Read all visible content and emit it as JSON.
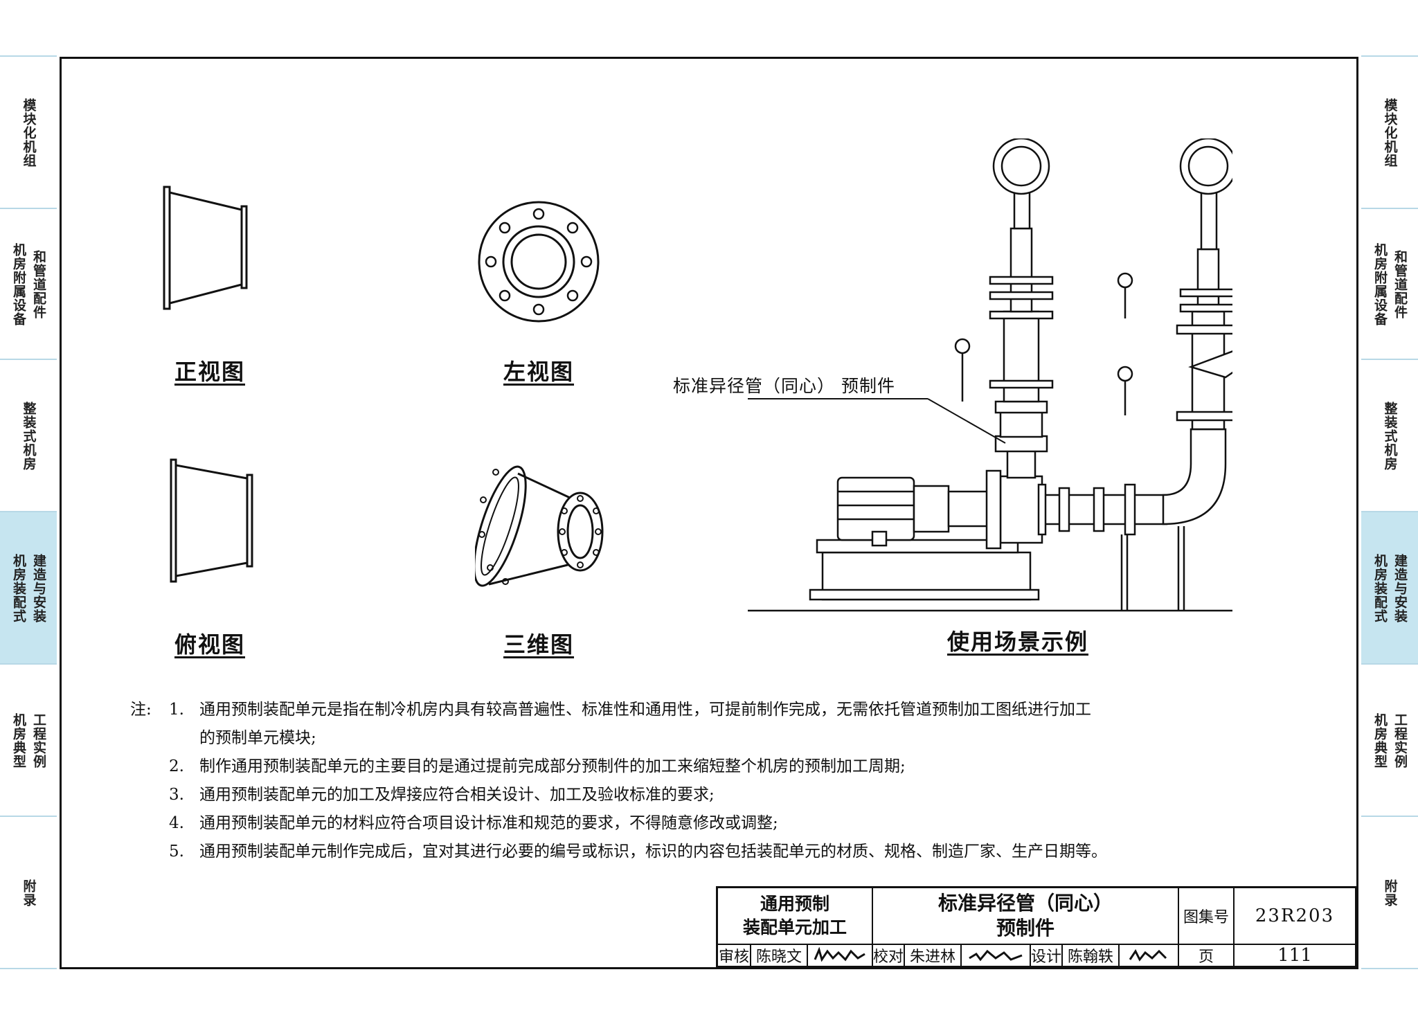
{
  "side_tabs": [
    {
      "columns": [
        "模块化机组"
      ],
      "active": false
    },
    {
      "columns": [
        "机房附属设备",
        "和管道配件"
      ],
      "active": false
    },
    {
      "columns": [
        "整装式机房"
      ],
      "active": false
    },
    {
      "columns": [
        "机房装配式",
        "建造与安装"
      ],
      "active": true
    },
    {
      "columns": [
        "机房典型",
        "工程实例"
      ],
      "active": false
    },
    {
      "columns": [
        "附录"
      ],
      "active": false
    }
  ],
  "figures": {
    "front": "正视图",
    "left": "左视图",
    "top": "俯视图",
    "three_d": "三维图",
    "scene": "使用场景示例",
    "callout": "标准异径管（同心） 预制件"
  },
  "notes": {
    "prefix": "注:",
    "items": [
      {
        "num": "1.",
        "lines": [
          "通用预制装配单元是指在制冷机房内具有较高普遍性、标准性和通用性，可提前制作完成，无需依托管道预制加工图纸进行加工",
          "的预制单元模块;"
        ]
      },
      {
        "num": "2.",
        "lines": [
          "制作通用预制装配单元的主要目的是通过提前完成部分预制件的加工来缩短整个机房的预制加工周期;"
        ]
      },
      {
        "num": "3.",
        "lines": [
          "通用预制装配单元的加工及焊接应符合相关设计、加工及验收标准的要求;"
        ]
      },
      {
        "num": "4.",
        "lines": [
          "通用预制装配单元的材料应符合项目设计标准和规范的要求，不得随意修改或调整;"
        ]
      },
      {
        "num": "5.",
        "lines": [
          "通用预制装配单元制作完成后，宜对其进行必要的编号或标识，标识的内容包括装配单元的材质、规格、制造厂家、生产日期等。"
        ]
      }
    ]
  },
  "title_block": {
    "category_line1": "通用预制",
    "category_line2": "装配单元加工",
    "title_line1": "标准异径管（同心）",
    "title_line2": "预制件",
    "atlas_label": "图集号",
    "atlas_no": "23R203",
    "page_label": "页",
    "page_no": "111",
    "review_label": "审核",
    "reviewer": "陈晓文",
    "check_label": "校对",
    "checker": "朱进林",
    "design_label": "设计",
    "designer": "陈翰轶"
  }
}
